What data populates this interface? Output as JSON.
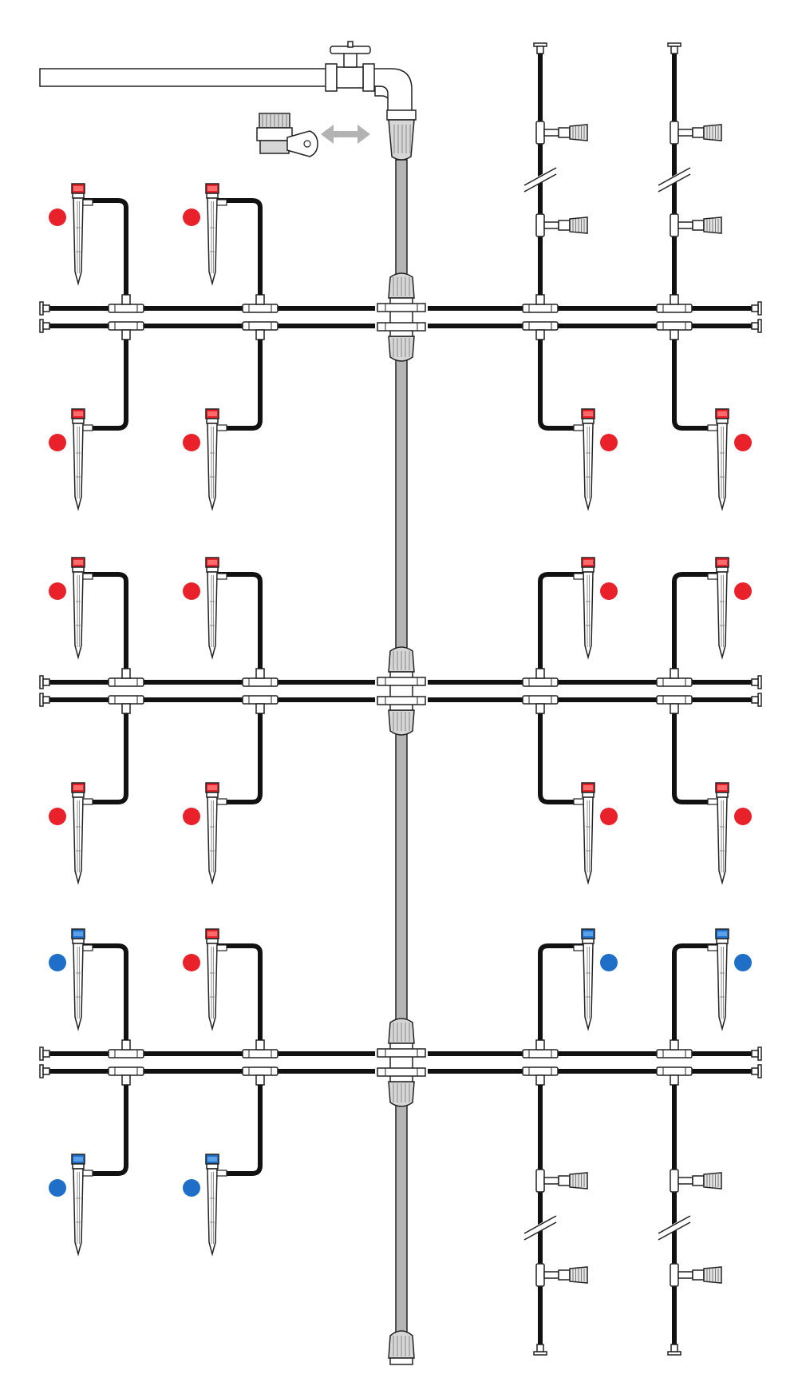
{
  "diagram": {
    "kind": "drip-irrigation-system-layout",
    "source": {
      "faucet": "garden-tap",
      "adapter": "hose-connector",
      "swap_indicator": "double-arrow-icon"
    },
    "trunk": {
      "hose": "main-supply-hose",
      "end": "end-cap"
    },
    "branch_groups": [
      {
        "id": "g1",
        "left": {
          "top": [
            "red",
            "red"
          ],
          "bottom": [
            "red",
            "red"
          ]
        },
        "right": {
          "top_extension": true,
          "bottom": [
            "red",
            "red"
          ]
        }
      },
      {
        "id": "g2",
        "left": {
          "top": [
            "red",
            "red"
          ],
          "bottom": [
            "red",
            "red"
          ]
        },
        "right": {
          "top": [
            "red",
            "red"
          ],
          "bottom": [
            "red",
            "red"
          ]
        }
      },
      {
        "id": "g3",
        "left": {
          "top": [
            "blue",
            "red"
          ],
          "bottom": [
            "blue",
            "blue"
          ]
        },
        "right": {
          "top": [
            "blue",
            "blue"
          ],
          "bottom_extension": true
        }
      }
    ]
  },
  "colors": {
    "red_dripper": "#e8212b",
    "blue_dripper": "#1f6fc8",
    "hose_black": "#111111",
    "trunk_gray": "#b5b5b5",
    "arrow_gray": "#b3b3b3",
    "outline": "#222222"
  }
}
